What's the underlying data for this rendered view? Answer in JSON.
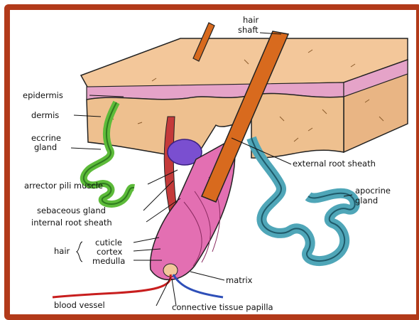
{
  "labels": {
    "hair": "hair",
    "shaft": "shaft",
    "epidermis": "epidermis",
    "dermis": "dermis",
    "eccrine": "eccrine",
    "gland": "gland",
    "external_root_sheath": "external root sheath",
    "apocrine": "apocrine",
    "apocrine_gland": "gland",
    "arrector_pili_muscle": "arrector pili muscle",
    "sebaceous_gland": "sebaceous gland",
    "internal_root_sheath": "internal root sheath",
    "hair_group": "hair",
    "cuticle": "cuticle",
    "cortex": "cortex",
    "medulla": "medulla",
    "matrix": "matrix",
    "blood_vessel": "blood vessel",
    "connective_tissue_papilla": "connective tissue papilla"
  },
  "colors": {
    "frame": "#b23a1a",
    "skin_top": "#f3c79a",
    "dermis": "#eec08f",
    "epidermis": "#e5a3c8",
    "hair_shaft": "#d86a1e",
    "follicle": "#e36fb2",
    "eccrine_gland": "#5dbb3a",
    "apocrine_gland": "#4fa6b8",
    "sebaceous_gland": "#7a4fd0",
    "blood_vessel_red": "#c81e1e",
    "blood_vessel_blue": "#2e4fb8"
  }
}
